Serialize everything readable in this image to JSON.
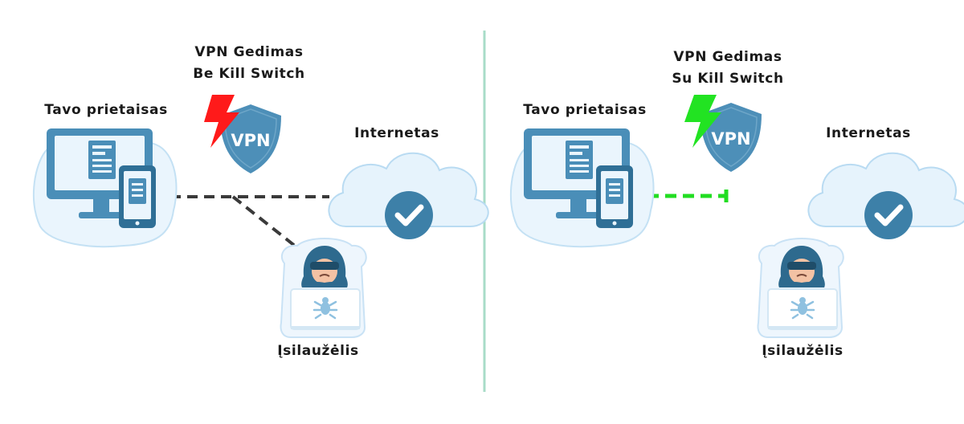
{
  "left_panel": {
    "title_line1": "VPN Gedimas",
    "title_line2": "Be Kill Switch",
    "device_label": "Tavo prietaisas",
    "internet_label": "Internetas",
    "hacker_label": "Įsilaužėlis",
    "vpn_badge": "VPN",
    "bolt_color": "#ff1a1a",
    "connection_color": "#3a3a3a"
  },
  "right_panel": {
    "title_line1": "VPN Gedimas",
    "title_line2": "Su Kill Switch",
    "device_label": "Tavo prietaisas",
    "internet_label": "Internetas",
    "hacker_label": "Įsilaužėlis",
    "vpn_badge": "VPN",
    "bolt_color": "#22e322",
    "connection_color": "#22dd22"
  },
  "colors": {
    "divider": "#a8dcc8",
    "cloud_fill": "#e6f3fc",
    "cloud_stroke": "#b9dbf2",
    "icon_blue": "#4a8eb8",
    "icon_dark": "#2f6f96",
    "shield": "#4d8fb8"
  }
}
